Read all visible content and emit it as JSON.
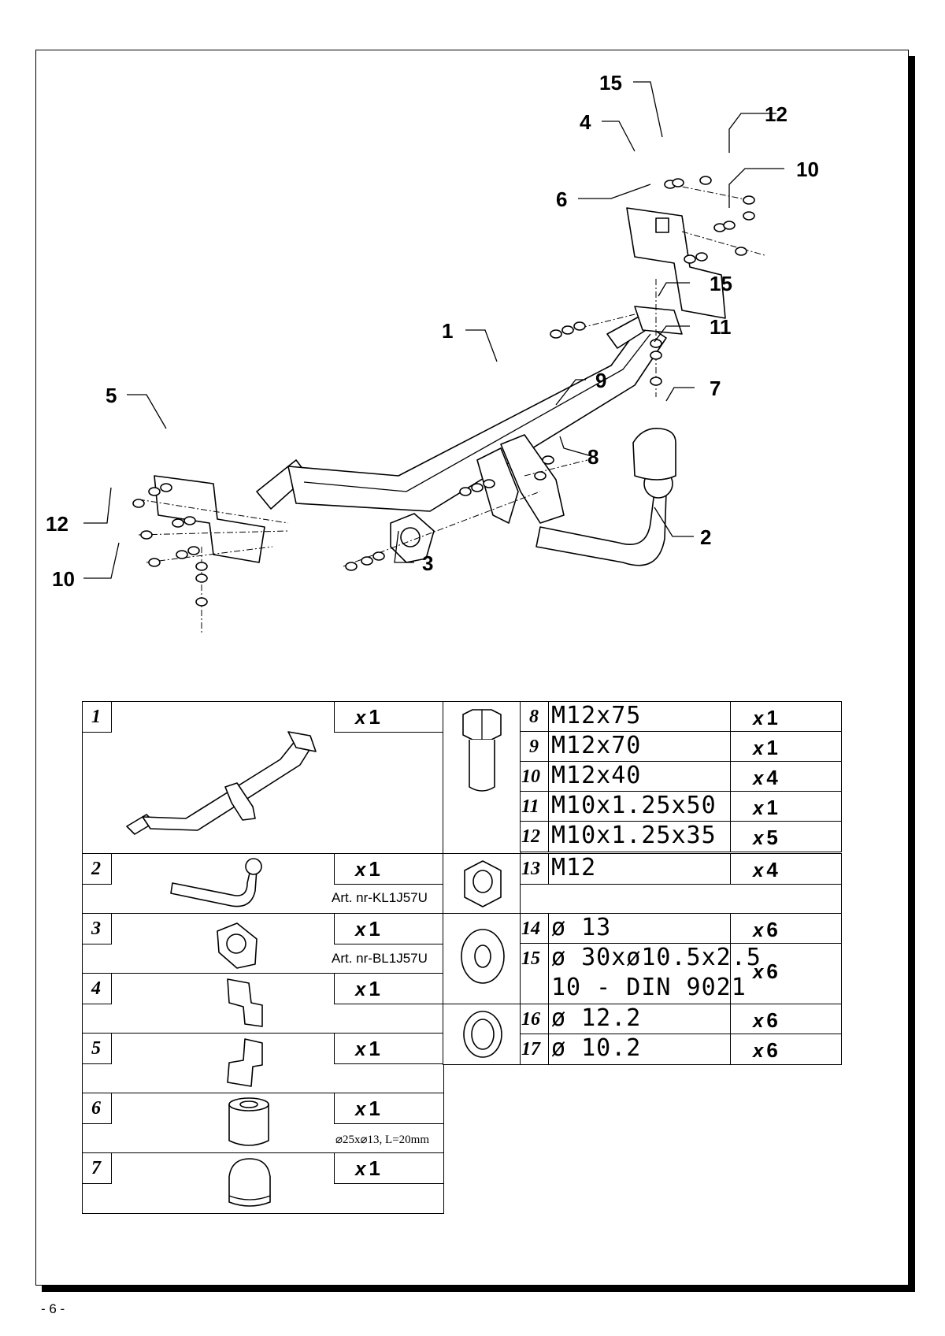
{
  "page_number": "- 6 -",
  "callouts": [
    "1",
    "2",
    "3",
    "4",
    "5",
    "6",
    "7",
    "8",
    "9",
    "10",
    "10",
    "11",
    "12",
    "12",
    "15",
    "15"
  ],
  "left_table": [
    {
      "num": "1",
      "qty_x": "x",
      "qty": "1"
    },
    {
      "num": "2",
      "qty_x": "x",
      "qty": "1",
      "note": "Art. nr-KL1J57U"
    },
    {
      "num": "3",
      "qty_x": "x",
      "qty": "1",
      "note": "Art. nr-BL1J57U"
    },
    {
      "num": "4",
      "qty_x": "x",
      "qty": "1"
    },
    {
      "num": "5",
      "qty_x": "x",
      "qty": "1"
    },
    {
      "num": "6",
      "qty_x": "x",
      "qty": "1",
      "note": "⌀25x⌀13, L=20mm"
    },
    {
      "num": "7",
      "qty_x": "x",
      "qty": "1"
    }
  ],
  "right_table": [
    {
      "num": "8",
      "spec": "M12x75",
      "qty_x": "x",
      "qty": "1"
    },
    {
      "num": "9",
      "spec": "M12x70",
      "qty_x": "x",
      "qty": "1"
    },
    {
      "num": "10",
      "spec": "M12x40",
      "qty_x": "x",
      "qty": "4"
    },
    {
      "num": "11",
      "spec": "M10x1.25x50",
      "qty_x": "x",
      "qty": "1"
    },
    {
      "num": "12",
      "spec": "M10x1.25x35",
      "qty_x": "x",
      "qty": "5"
    },
    {
      "num": "13",
      "spec": "M12",
      "qty_x": "x",
      "qty": "4"
    },
    {
      "num": "14",
      "spec": "ø 13",
      "qty_x": "x",
      "qty": "6"
    },
    {
      "num": "15",
      "spec": "ø 30xø10.5x2.5",
      "spec2": "10 - DIN 9021",
      "qty_x": "x",
      "qty": "6"
    },
    {
      "num": "16",
      "spec": "ø 12.2",
      "qty_x": "x",
      "qty": "6"
    },
    {
      "num": "17",
      "spec": "ø 10.2",
      "qty_x": "x",
      "qty": "6"
    }
  ]
}
